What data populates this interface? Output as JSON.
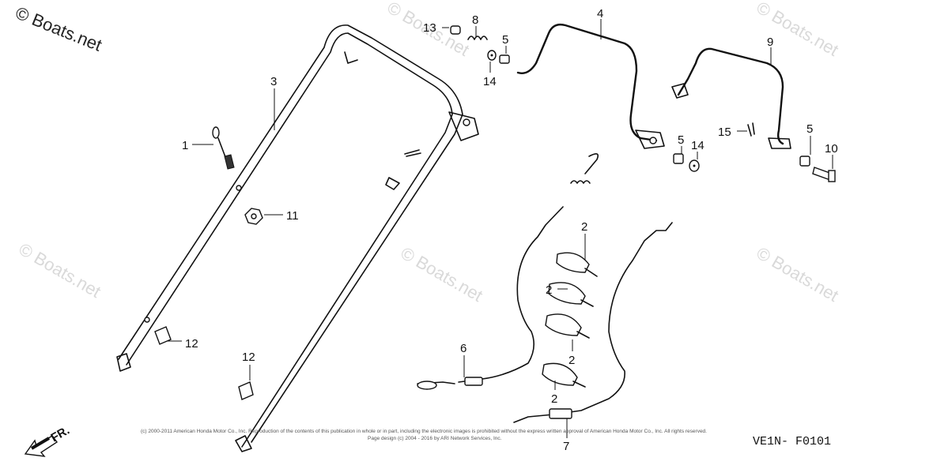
{
  "watermarks": {
    "top_left": "© Boats.net",
    "repeated": "© Boats.net"
  },
  "callouts": {
    "c1": "1",
    "c2a": "2",
    "c2b": "2",
    "c2c": "2",
    "c2d": "2",
    "c3": "3",
    "c4": "4",
    "c5a": "5",
    "c5b": "5",
    "c5c": "5",
    "c6": "6",
    "c7": "7",
    "c8": "8",
    "c9": "9",
    "c10": "10",
    "c11": "11",
    "c12a": "12",
    "c12b": "12",
    "c13": "13",
    "c14a": "14",
    "c14b": "14",
    "c15": "15"
  },
  "direction_label": "FR.",
  "diagram_code": "VE1N- F0101",
  "footer": {
    "line1": "(c) 2000-2011 American Honda Motor Co., Inc. Reproduction of the contents of this publication in whole or in part, including the electronic images is prohibited without the express written approval of American Honda Motor Co., Inc. All rights reserved.",
    "line2": "Page design (c) 2004 - 2016 by ARI Network Services, Inc."
  }
}
